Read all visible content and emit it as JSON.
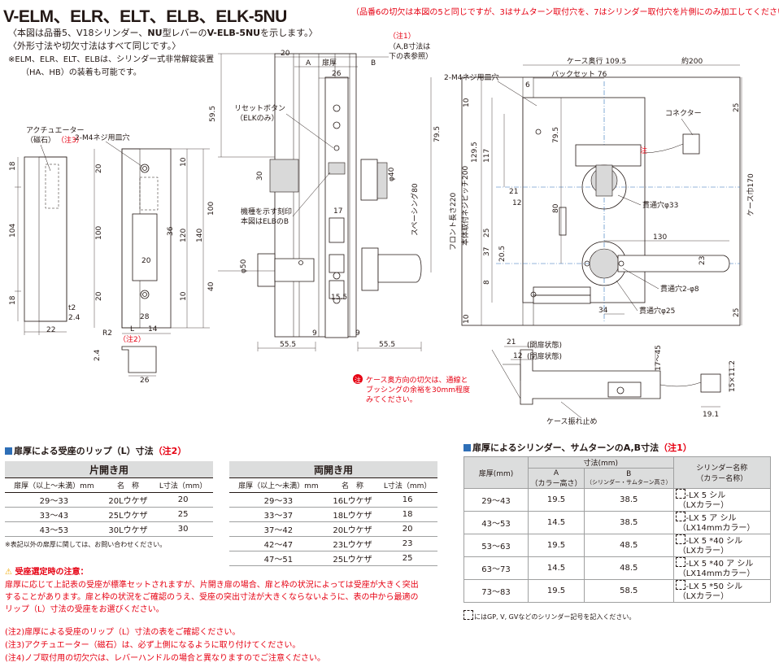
{
  "title": "V-ELM、ELR、ELT、ELB、ELK-5NU",
  "header_note": "（品番6の切欠は本図の5と同じですが、3はサムターン取付穴を、7はシリンダー取付穴を片側にのみ加工してください。）",
  "subtitle": {
    "line1_pre": "〈本図は品番5、V18シリンダー、",
    "line1_bold1": "NU",
    "line1_mid": "型レバーの",
    "line1_bold2": "V-ELB-5NU",
    "line1_post": "を示します。〉",
    "line2": "〈外形寸法や切欠寸法はすべて同じです。〉",
    "line3": "※ELM、ELR、ELT、ELBは、シリンダー式非常解錠装置",
    "line4": "（HA、HB）の装着も可能です。"
  },
  "drawing": {
    "note1": "（注1）",
    "note1_b": "（A,B寸法は",
    "note1_c": "下の表参照）",
    "actuator_label": "アクチュエーター",
    "actuator_label2": "（磁石）",
    "actuator_note": "（注3）",
    "screw_hole_left": "2-M4ネジ用皿穴",
    "screw_hole_right": "2-M4ネジ用皿穴",
    "reset_button": "リセットボタン",
    "reset_button2": "（ELKのみ）",
    "model_mark": "機種を示す刻印",
    "model_mark2": "本図はELBのB",
    "door_thickness": "扉厚",
    "spacing": "スペーシング80",
    "front_plate": "フロント長さ220",
    "body_pitch": "本体取付ネジピッチ200",
    "case_depth": "ケース奥行 109.5",
    "backset": "バックセット 76",
    "approx200": "約200",
    "connector": "コネクター",
    "through_hole33": "貫通穴φ33",
    "through_hole8": "貫通穴2-φ8",
    "through_hole25": "貫通穴φ25",
    "case_height": "ケース巾170",
    "open_state": "(開扉状態)",
    "close_state": "(閉扉状態)",
    "case_swing": "ケース振れ止め",
    "caution_mark": "注",
    "case_note1": "ケース奥方向の切欠は、通線と",
    "case_note2": "ブッシングの余裕を30mm程度",
    "case_note3": "みてください。",
    "r2_label": "R2",
    "r2_note": "（注2）",
    "dims": {
      "d18a": "18",
      "d104": "104",
      "d18b": "18",
      "d22": "22",
      "d12": "t2",
      "d24": "2.4",
      "d20a": "20",
      "d100": "100",
      "d20b": "20",
      "d28": "28",
      "d14": "14",
      "dL": "L",
      "d36": "36",
      "d20c": "20",
      "d10a": "10",
      "d120": "120",
      "d140": "140",
      "d10b": "10",
      "d100b": "100",
      "d40": "40",
      "d26": "26",
      "d24b": "2.4",
      "d20top": "20",
      "dA": "A",
      "dB": "B",
      "d26top": "26",
      "d595": "59.5",
      "d795": "79.5",
      "d30": "30",
      "d40phi": "φ40",
      "d17": "17",
      "d50phi": "φ50",
      "d155": "15.5",
      "d9a": "9",
      "d9b": "9",
      "d555a": "55.5",
      "d555b": "55.5",
      "d6": "6",
      "d10c": "10",
      "d1295": "129.5",
      "d117": "117",
      "d25a": "25",
      "d21": "21",
      "d12b": "12",
      "d37": "37",
      "d205": "20.5",
      "d8": "8",
      "d795b": "79.5",
      "d80": "80",
      "d130": "130",
      "d23": "23",
      "d34": "34",
      "d25b": "25",
      "d25c": "25",
      "d10d": "10",
      "d21b": "21",
      "d12c": "12",
      "d1745": "17～45",
      "d15x12": "15×11.2",
      "d191": "19.1"
    }
  },
  "section1": {
    "title": "扉厚による受座のリップ（L）寸法",
    "note": "（注2）",
    "single": {
      "group": "片開き用",
      "headers": [
        "扉厚（以上～未満）mm",
        "名　称",
        "L寸法（mm）"
      ],
      "rows": [
        [
          "29～33",
          "20Lウケザ",
          "20"
        ],
        [
          "33～43",
          "25Lウケザ",
          "25"
        ],
        [
          "43～53",
          "30Lウケザ",
          "30"
        ]
      ]
    },
    "double": {
      "group": "両開き用",
      "headers": [
        "扉厚（以上～未満）mm",
        "名　称",
        "L寸法（mm）"
      ],
      "rows": [
        [
          "29～33",
          "16Lウケザ",
          "16"
        ],
        [
          "33～37",
          "18Lウケザ",
          "18"
        ],
        [
          "37～42",
          "20Lウケザ",
          "20"
        ],
        [
          "42～47",
          "23Lウケザ",
          "23"
        ],
        [
          "47～51",
          "25Lウケザ",
          "25"
        ]
      ]
    },
    "footnote": "※表記以外の扉厚に関しては、お問い合わせください。"
  },
  "caution": {
    "title": "受座選定時の注意：",
    "body1": "扉厚に応じて上記表の受座が標準セットされますが、片開き扉の場合、扉と枠の状況によっては受座が大きく突出",
    "body2": "することがあります。扉と枠の状況をご確認のうえ、受座の突出寸法が大きくならないように、表の中から最適の",
    "body3": "リップ（L）寸法の受座をお選びください。"
  },
  "notes": [
    "(注2)扉厚による受座のリップ（L）寸法の表をご確認ください。",
    "(注3)アクチュエーター（磁石）は、必ず上側になるように取り付けてください。",
    "(注4)ノブ取付用の切欠穴は、レバーハンドルの場合と異なりますのでご注意ください。"
  ],
  "section2": {
    "title": "扉厚によるシリンダー、サムターンのA,B寸法",
    "note": "（注1）",
    "h_thick": "扉厚(mm)",
    "h_dims": "寸法(mm)",
    "h_a": "A",
    "h_a2": "（カラー高さ）",
    "h_b": "B",
    "h_b2": "（シリンダー・サムターン高さ）",
    "h_name": "シリンダー名称",
    "h_name2": "（カラー名称）",
    "rows": [
      [
        "29～43",
        "19.5",
        "38.5",
        "-LX 5 シル",
        "（LXカラー）"
      ],
      [
        "43～53",
        "14.5",
        "38.5",
        "-LX 5 ア シル",
        "（LX14mmカラー）"
      ],
      [
        "53～63",
        "19.5",
        "48.5",
        "-LX 5 *40 シル",
        "（LXカラー）"
      ],
      [
        "63～73",
        "14.5",
        "48.5",
        "-LX 5 *40 ア シル",
        "（LX14mmカラー）"
      ],
      [
        "73～83",
        "19.5",
        "58.5",
        "-LX 5 *50 シル",
        "（LXカラー）"
      ]
    ],
    "footnote": "にはGP, V, GVなどのシリンダー記号を記入ください。"
  },
  "colors": {
    "accent_red": "#e60012",
    "accent_blue": "#2e6fb7",
    "table_head": "#dcdddd"
  }
}
